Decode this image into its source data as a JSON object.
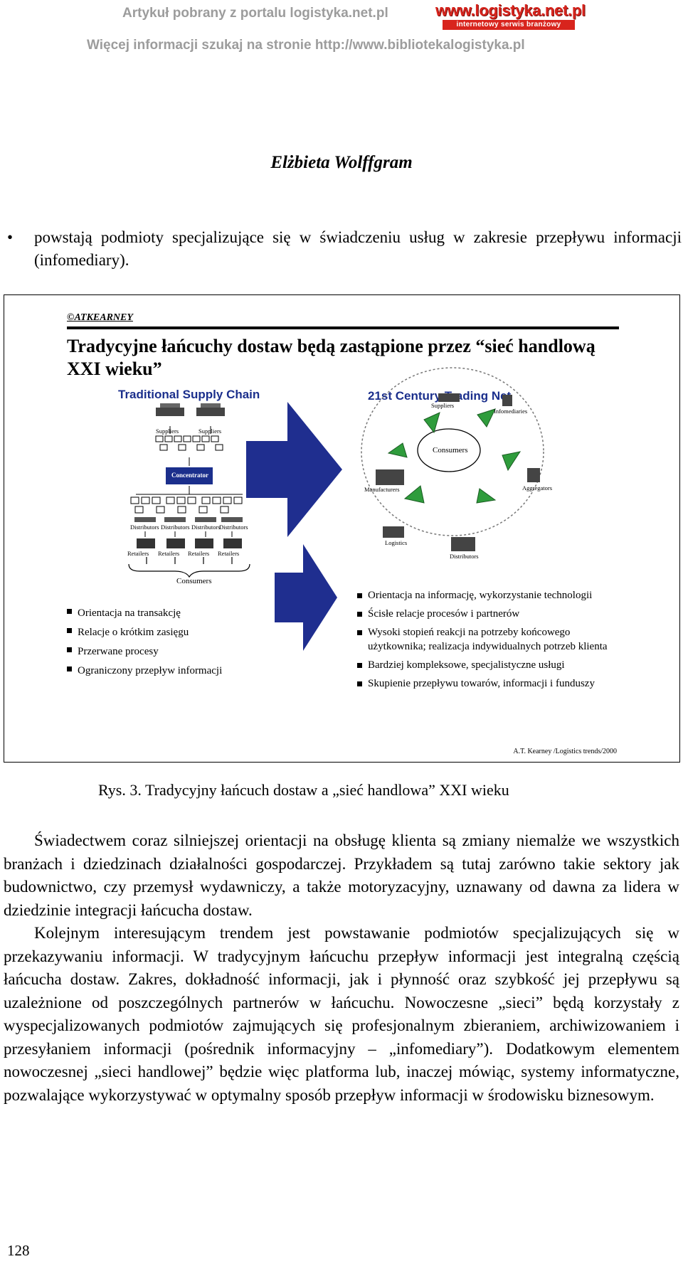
{
  "header": {
    "line1": "Artykuł pobrany z portalu logistyka.net.pl",
    "line2": "Więcej informacji szukaj na stronie http://www.bibliotekalogistyka.pl",
    "logo_text": "www.logistyka.net.pl",
    "logo_subtext": "internetowy serwis branżowy"
  },
  "author": "Elżbieta Wolffgram",
  "intro_bullet": {
    "symbol": "•",
    "text": "powstają podmioty specjalizujące się w świadczeniu usług w zakresie przepływu informacji (infomediary)."
  },
  "figure": {
    "copyright": "©ATKEARNEY",
    "title": "Tradycyjne łańcuchy dostaw będą zastąpione przez “sieć handlową XXI wieku”",
    "left_diagram": {
      "title": "Traditional Supply Chain",
      "labels": {
        "suppliers_1": "Suppliers",
        "suppliers_2": "Suppliers",
        "concentrator": "Concentrator",
        "distributors": [
          "Distributors",
          "Distributors",
          "Distributors",
          "Distributors"
        ],
        "retailers": [
          "Retailers",
          "Retailers",
          "Retailers",
          "Retailers"
        ],
        "consumers": "Consumers"
      }
    },
    "right_diagram": {
      "title": "21st Century Trading Net",
      "labels": {
        "suppliers": "Suppliers",
        "infomediaries": "Infomediaries",
        "manufacturers": "Manufacturers",
        "consumers": "Consumers",
        "aggregators": "Aggregators",
        "logistics": "Logistics",
        "distributors": "Distributors"
      }
    },
    "left_list": [
      "Orientacja na transakcję",
      "Relacje o krótkim zasięgu",
      "Przerwane procesy",
      "Ograniczony przepływ informacji"
    ],
    "right_list": [
      "Orientacja na informację, wykorzystanie technologii",
      "Ścisłe relacje procesów i partnerów",
      "Wysoki stopień reakcji na potrzeby końcowego użytkownika; realizacja indywidualnych potrzeb klienta",
      "Bardziej kompleksowe, specjalistyczne usługi",
      "Skupienie przepływu towarów, informacji i funduszy"
    ],
    "source": "A.T. Kearney /Logistics trends/2000",
    "colors": {
      "arrow": "#1f2e8f",
      "diagram_title": "#1b2f8c",
      "green_node": "#2f9c3c"
    }
  },
  "caption": "Rys. 3. Tradycyjny łańcuch dostaw a „sieć handlowa” XXI wieku",
  "paragraphs": [
    "Świadectwem coraz silniejszej orientacji na obsługę klienta są zmiany niemalże we wszystkich branżach i dziedzinach działalności gospodarczej. Przykładem są tutaj zarówno takie sektory jak budownictwo, czy przemysł wydawniczy, a także motoryzacyjny, uznawany od dawna za lidera w dziedzinie integracji łańcucha dostaw.",
    "Kolejnym interesującym trendem jest powstawanie podmiotów specjalizujących się w przekazywaniu informacji. W tradycyjnym łańcuchu przepływ informacji jest integralną częścią łańcucha dostaw. Zakres, dokładność informacji, jak i płynność oraz szybkość jej przepływu są uzależnione od poszczególnych partnerów w łańcuchu. Nowoczesne „sieci” będą korzystały z wyspecjalizowanych podmiotów zajmujących się profesjonalnym zbieraniem, archiwizowaniem i przesyłaniem informacji (pośrednik informacyjny – „infomediary”). Dodatkowym elementem nowoczesnej „sieci handlowej” będzie więc platforma lub, inaczej mówiąc, systemy informatyczne, pozwalające wykorzystywać w optymalny sposób przepływ informacji w środowisku biznesowym."
  ],
  "page_number": "128"
}
